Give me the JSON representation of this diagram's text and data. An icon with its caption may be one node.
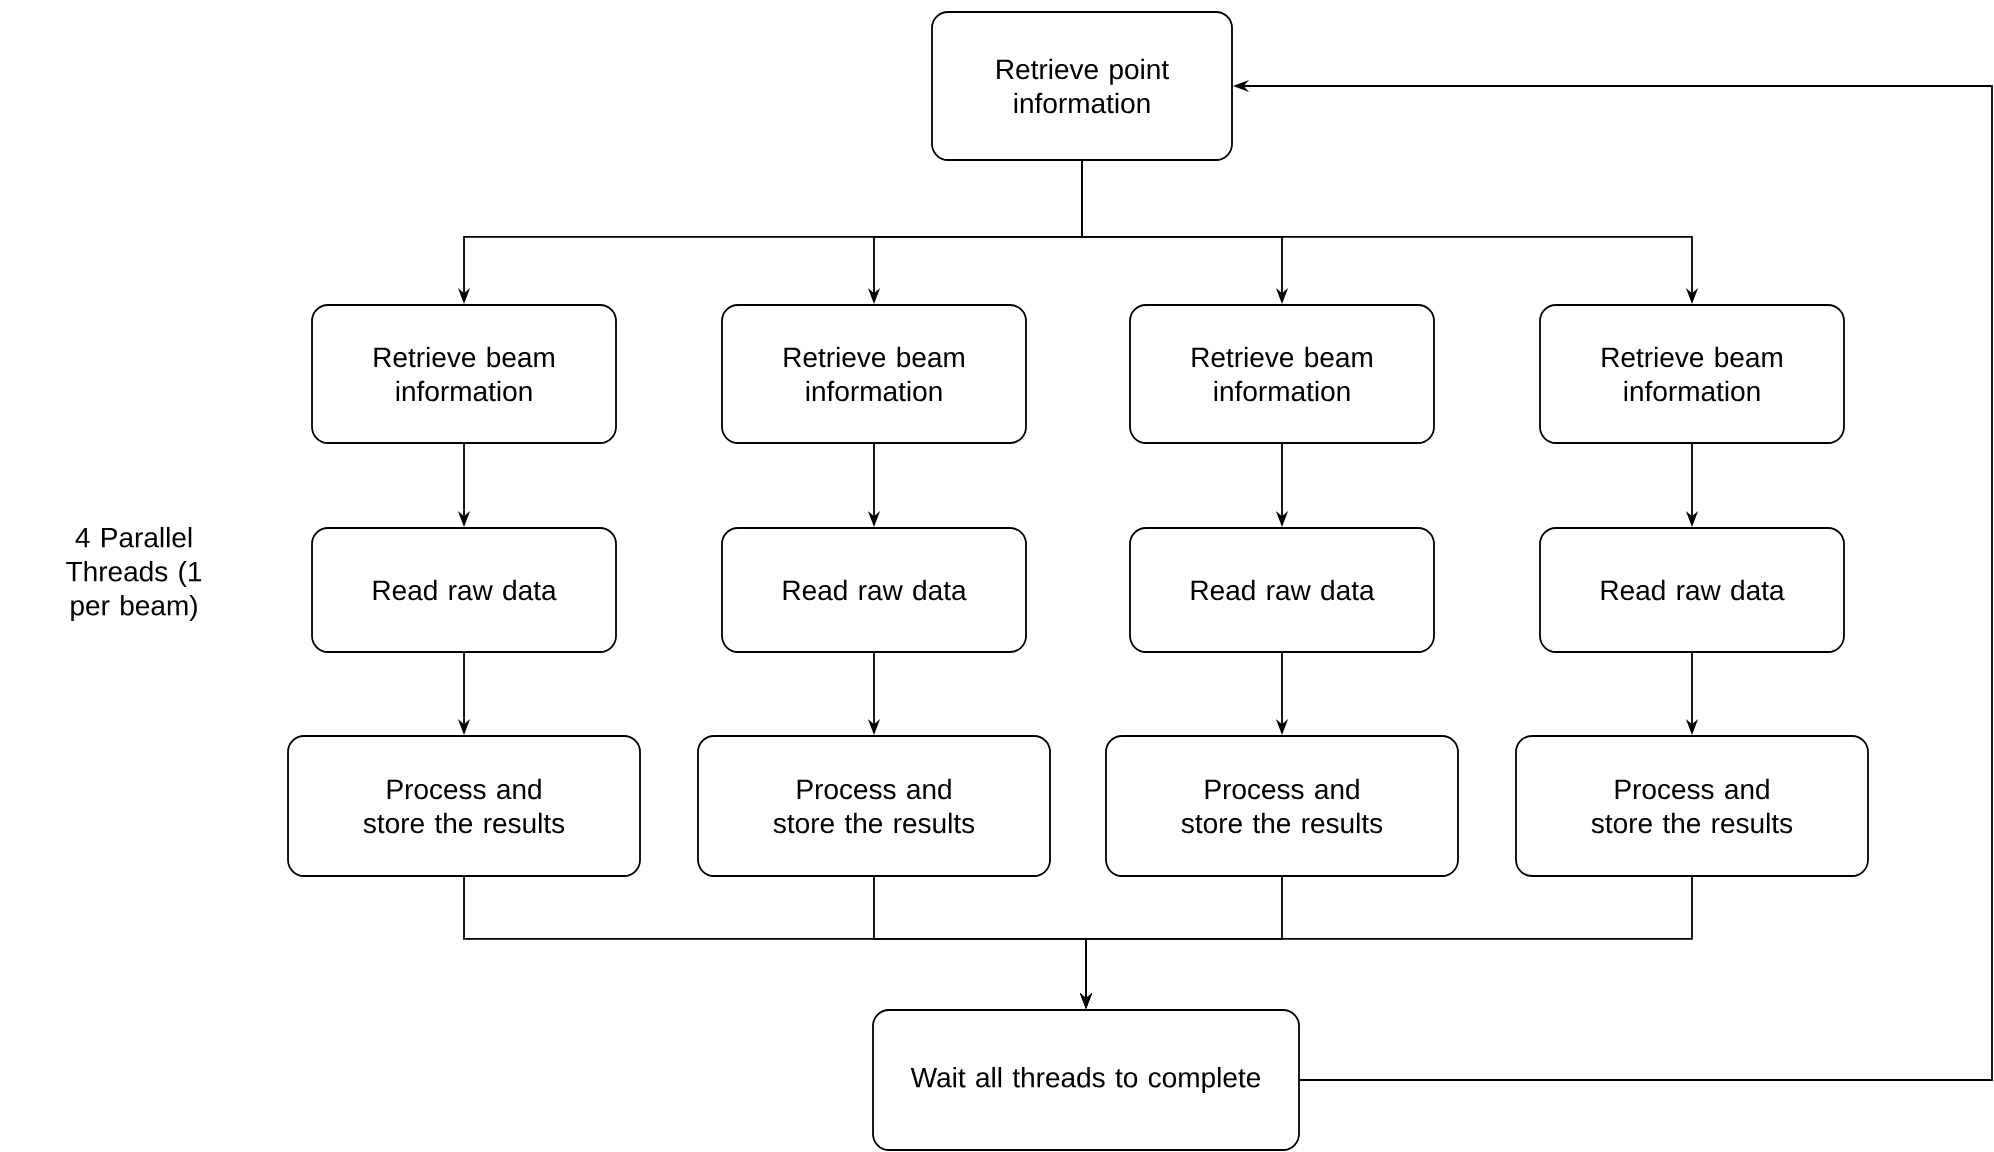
{
  "diagram": {
    "nodes": [
      {
        "text": [
          "Retrieve point information"
        ]
      },
      {
        "text": [
          "Retrieve beam information"
        ]
      },
      {
        "text": [
          "Read raw data"
        ]
      },
      {
        "text": [
          "Process and store the results"
        ]
      },
      {
        "text": [
          "Retrieve beam information"
        ]
      },
      {
        "text": [
          "Read raw data"
        ]
      },
      {
        "text": [
          "Process and store the results"
        ]
      },
      {
        "text": [
          "Retrieve beam information"
        ]
      },
      {
        "text": [
          "Read raw data"
        ]
      },
      {
        "text": [
          "Process and store the results"
        ]
      },
      {
        "text": [
          "Retrieve beam information"
        ]
      },
      {
        "text": [
          "Read raw data"
        ]
      },
      {
        "text": [
          "Process and store the results"
        ]
      },
      {
        "text": [
          "Wait all threads to complete"
        ]
      }
    ],
    "edges": [
      {
        "from": 0,
        "to": 1,
        "arrow": "to"
      },
      {
        "from": 0,
        "to": 4,
        "arrow": "to"
      },
      {
        "from": 0,
        "to": 7,
        "arrow": "to"
      },
      {
        "from": 0,
        "to": 10,
        "arrow": "to"
      },
      {
        "from": 1,
        "to": 2,
        "arrow": "to"
      },
      {
        "from": 2,
        "to": 3,
        "arrow": "to"
      },
      {
        "from": 4,
        "to": 5,
        "arrow": "to"
      },
      {
        "from": 5,
        "to": 6,
        "arrow": "to"
      },
      {
        "from": 7,
        "to": 8,
        "arrow": "to"
      },
      {
        "from": 8,
        "to": 9,
        "arrow": "to"
      },
      {
        "from": 10,
        "to": 11,
        "arrow": "to"
      },
      {
        "from": 11,
        "to": 12,
        "arrow": "to"
      },
      {
        "from": 3,
        "to": 13,
        "arrow": "to"
      },
      {
        "from": 6,
        "to": 13,
        "arrow": "to"
      },
      {
        "from": 9,
        "to": 13,
        "arrow": "to"
      },
      {
        "from": 12,
        "to": 13,
        "arrow": "to"
      },
      {
        "from": 13,
        "to": 0,
        "arrow": "to"
      }
    ],
    "labels": [
      "4 Parallel Threads (1 per beam)"
    ]
  }
}
